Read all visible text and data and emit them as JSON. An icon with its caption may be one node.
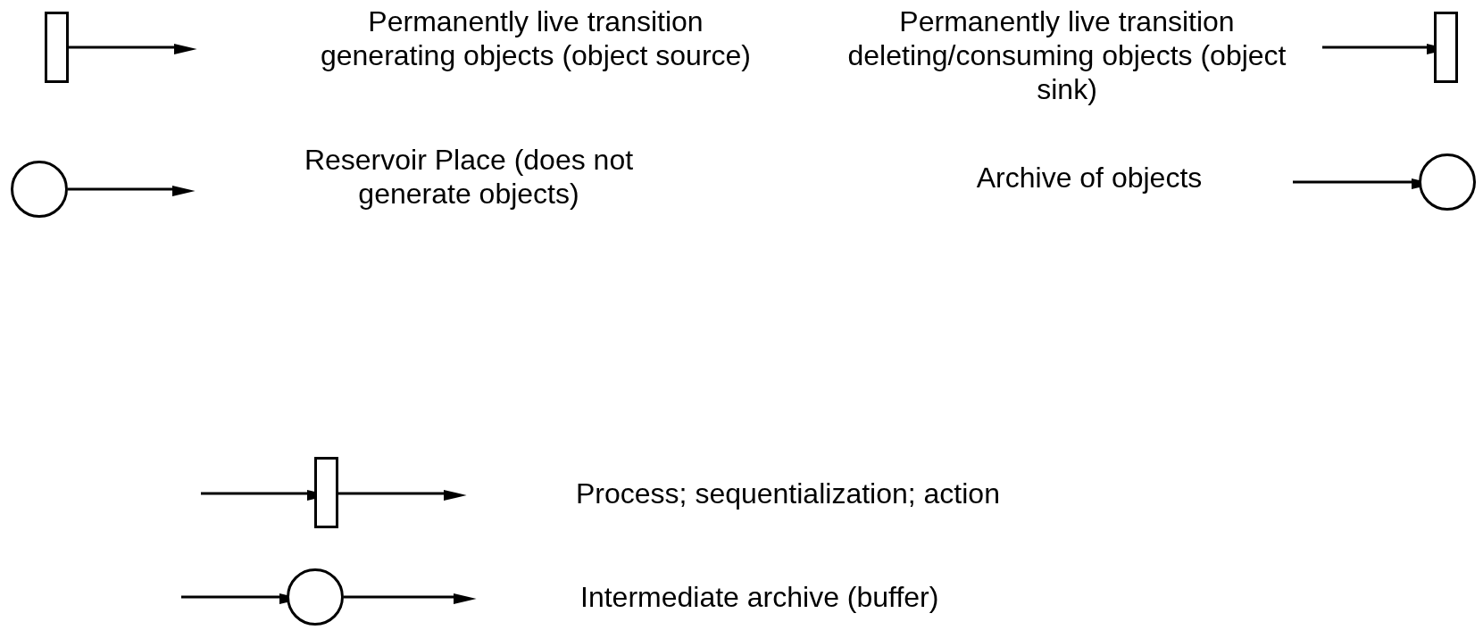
{
  "diagram": {
    "nodes": [
      {
        "text": [],
        "shape": "bar"
      },
      {
        "text": [],
        "shape": "bar"
      },
      {
        "text": [],
        "shape": "circle"
      },
      {
        "text": [],
        "shape": "circle"
      },
      {
        "text": [],
        "shape": "bar"
      },
      {
        "text": [],
        "shape": "circle"
      }
    ],
    "edges": [
      {
        "from": 0,
        "to": null,
        "arrow": "to"
      },
      {
        "from": null,
        "to": 1,
        "arrow": "to"
      },
      {
        "from": 2,
        "to": null,
        "arrow": "to"
      },
      {
        "from": null,
        "to": 3,
        "arrow": "to"
      },
      {
        "from": null,
        "to": 4,
        "arrow": "to"
      },
      {
        "from": 4,
        "to": null,
        "arrow": "to"
      },
      {
        "from": null,
        "to": 5,
        "arrow": "to"
      },
      {
        "from": 5,
        "to": null,
        "arrow": "to"
      }
    ],
    "labels": [
      "Permanently live transition generating objects (object source)",
      "Permanently live transition deleting/consuming objects (object sink)",
      "Reservoir Place (does not generate objects)",
      "Archive of objects",
      "Process; sequentialization; action",
      "Intermediate archive (buffer)"
    ]
  }
}
